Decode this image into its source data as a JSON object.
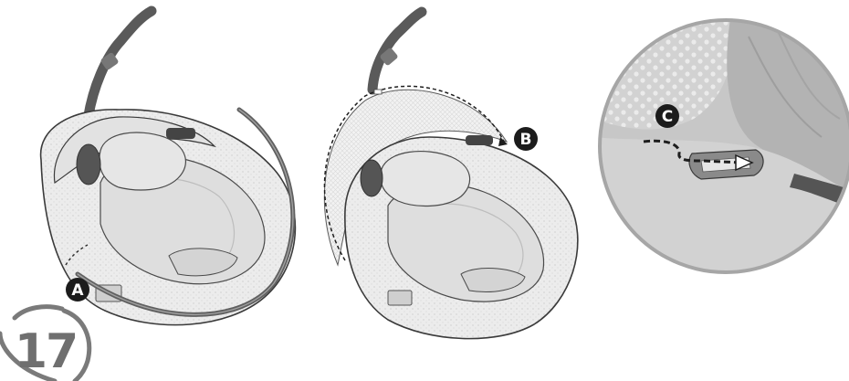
{
  "step": {
    "number": "17"
  },
  "callouts": [
    {
      "id": "a",
      "letter": "A"
    },
    {
      "id": "b",
      "letter": "B"
    },
    {
      "id": "c",
      "letter": "C"
    }
  ],
  "colors": {
    "outline": "#3a3a3a",
    "seat_fabric": "#e8e8e8",
    "seat_shadow": "#b9b9b9",
    "handle": "#5d5d5d",
    "callout_fill": "#1c1c1c",
    "step_ring": "#7a7a7a",
    "detail_circle_border": "#a8a8a8",
    "detail_bg": "#c9c9c9"
  },
  "icons": [
    "seat-illustration",
    "canopy-rod",
    "dashed-arrow-icon"
  ]
}
